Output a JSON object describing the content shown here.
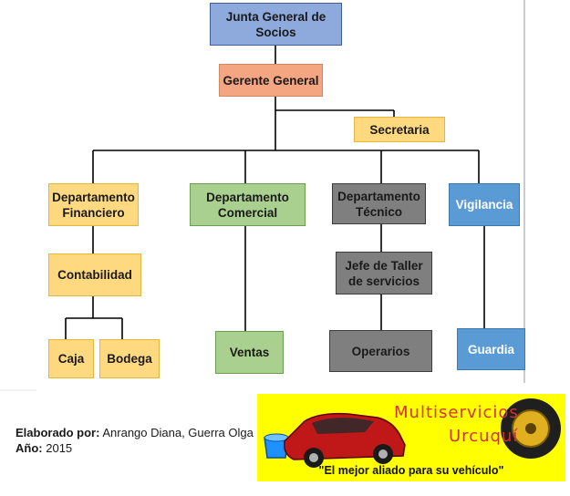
{
  "org_chart": {
    "junta": "Junta General de Socios",
    "gerente": "Gerente General",
    "secretaria": "Secretaria",
    "dep_financiero": "Departamento Financiero",
    "dep_comercial": "Departamento Comercial",
    "dep_tecnico": "Departamento Técnico",
    "vigilancia": "Vigilancia",
    "contabilidad": "Contabilidad",
    "jefe_taller": "Jefe de Taller de servicios",
    "caja": "Caja",
    "bodega": "Bodega",
    "ventas": "Ventas",
    "operarios": "Operarios",
    "guardia": "Guardia"
  },
  "footer": {
    "elaborado_label": "Elaborado por:",
    "elaborado_value": "Anrango Diana, Guerra Olga",
    "anio_label": "Año:",
    "anio_value": "2015"
  },
  "logo": {
    "name_line1": "Multiservicios",
    "name_line2": "Urcuquí",
    "slogan": "\"El mejor aliado para su vehículo\""
  },
  "colors": {
    "top": "#8ea9db",
    "gerente": "#f4a582",
    "financiero": "#ffd980",
    "comercial": "#a9d08e",
    "tecnico": "#7f7f7f",
    "vigilancia": "#5b9bd5",
    "banner": "#ffff00"
  }
}
